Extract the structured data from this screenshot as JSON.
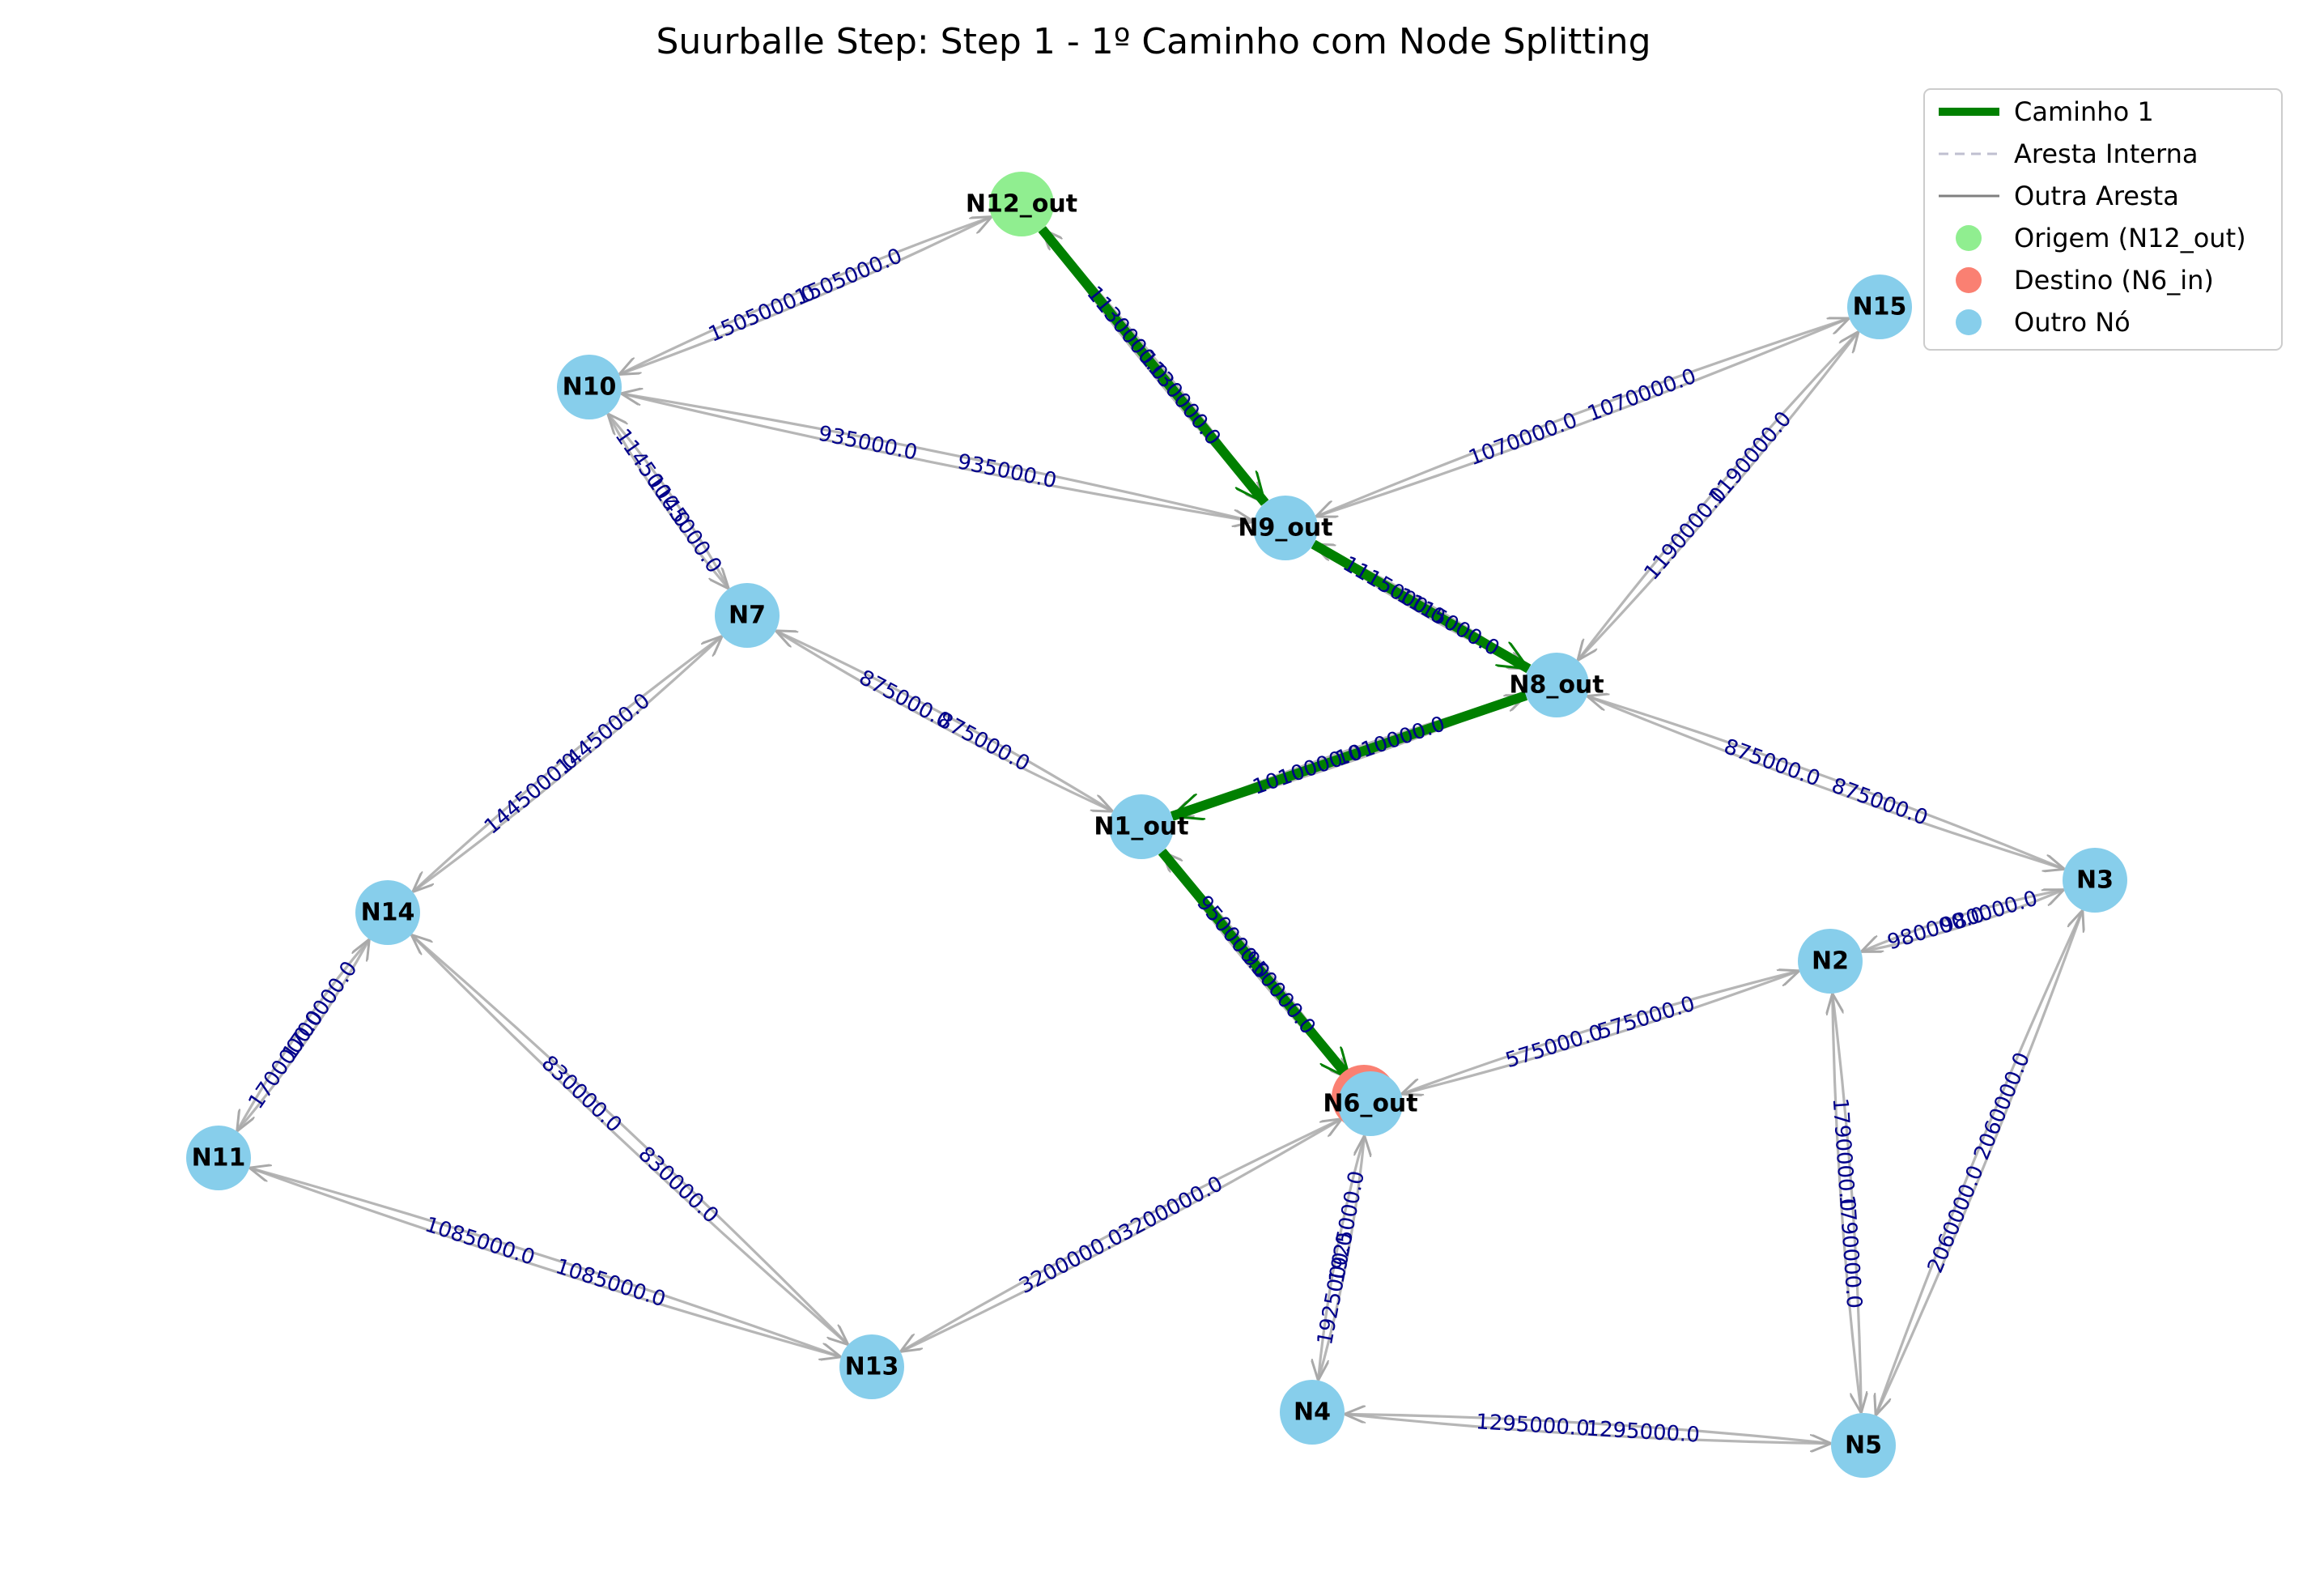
{
  "title": "Suurballe Step: Step 1 - 1º Caminho com Node Splitting",
  "colors": {
    "path": "#008000",
    "edge": "#a9a9a9",
    "internal": "#c0c0d0",
    "origin": "#90ee90",
    "destination": "#fa8072",
    "node": "#87ceeb",
    "edge_label": "#00008b"
  },
  "legend": [
    {
      "kind": "path",
      "label": "Caminho 1"
    },
    {
      "kind": "internal",
      "label": "Aresta Interna"
    },
    {
      "kind": "edge",
      "label": "Outra Aresta"
    },
    {
      "kind": "origin",
      "label": "Origem (N12_out)"
    },
    {
      "kind": "destination",
      "label": "Destino (N6_in)"
    },
    {
      "kind": "node",
      "label": "Outro Nó"
    }
  ],
  "nodes": [
    {
      "id": "N12",
      "label": "N12_out",
      "role": "origin"
    },
    {
      "id": "N10",
      "label": "N10",
      "role": "node"
    },
    {
      "id": "N15",
      "label": "N15",
      "role": "node"
    },
    {
      "id": "N9",
      "label": "N9_out",
      "role": "node"
    },
    {
      "id": "N7",
      "label": "N7",
      "role": "node"
    },
    {
      "id": "N8",
      "label": "N8_out",
      "role": "node"
    },
    {
      "id": "N1",
      "label": "N1_out",
      "role": "node"
    },
    {
      "id": "N3",
      "label": "N3",
      "role": "node"
    },
    {
      "id": "N14",
      "label": "N14",
      "role": "node"
    },
    {
      "id": "N2",
      "label": "N2",
      "role": "node"
    },
    {
      "id": "N6",
      "label": "N6_out",
      "role": "destination"
    },
    {
      "id": "N11",
      "label": "N11",
      "role": "node"
    },
    {
      "id": "N13",
      "label": "N13",
      "role": "node"
    },
    {
      "id": "N4",
      "label": "N4",
      "role": "node"
    },
    {
      "id": "N5",
      "label": "N5",
      "role": "node"
    }
  ],
  "edges": [
    {
      "a": "N12",
      "b": "N10",
      "w": "1505000.0"
    },
    {
      "a": "N10",
      "b": "N9",
      "w": "935000.0"
    },
    {
      "a": "N10",
      "b": "N7",
      "w": "1145000.0"
    },
    {
      "a": "N15",
      "b": "N9",
      "w": "1070000.0"
    },
    {
      "a": "N15",
      "b": "N8",
      "w": "1190000.0"
    },
    {
      "a": "N7",
      "b": "N1",
      "w": "875000.0"
    },
    {
      "a": "N7",
      "b": "N14",
      "w": "1445000.0"
    },
    {
      "a": "N8",
      "b": "N3",
      "w": "875000.0"
    },
    {
      "a": "N3",
      "b": "N2",
      "w": "980000.0"
    },
    {
      "a": "N3",
      "b": "N5",
      "w": "2060000.0"
    },
    {
      "a": "N2",
      "b": "N6",
      "w": "575000.0"
    },
    {
      "a": "N2",
      "b": "N5",
      "w": "1790000.0"
    },
    {
      "a": "N14",
      "b": "N11",
      "w": "1700000.0"
    },
    {
      "a": "N14",
      "b": "N13",
      "w": "830000.0"
    },
    {
      "a": "N11",
      "b": "N13",
      "w": "1085000.0"
    },
    {
      "a": "N13",
      "b": "N6",
      "w": "3200000.0"
    },
    {
      "a": "N6",
      "b": "N4",
      "w": "1925000.0"
    },
    {
      "a": "N4",
      "b": "N5",
      "w": "1295000.0"
    },
    {
      "a": "N12",
      "b": "N9",
      "w": "1130000.0"
    },
    {
      "a": "N9",
      "b": "N8",
      "w": "1115000.0"
    },
    {
      "a": "N8",
      "b": "N1",
      "w": "1010000.0"
    },
    {
      "a": "N1",
      "b": "N6",
      "w": "950000.0"
    }
  ],
  "path": [
    "N12",
    "N9",
    "N8",
    "N1",
    "N6"
  ]
}
